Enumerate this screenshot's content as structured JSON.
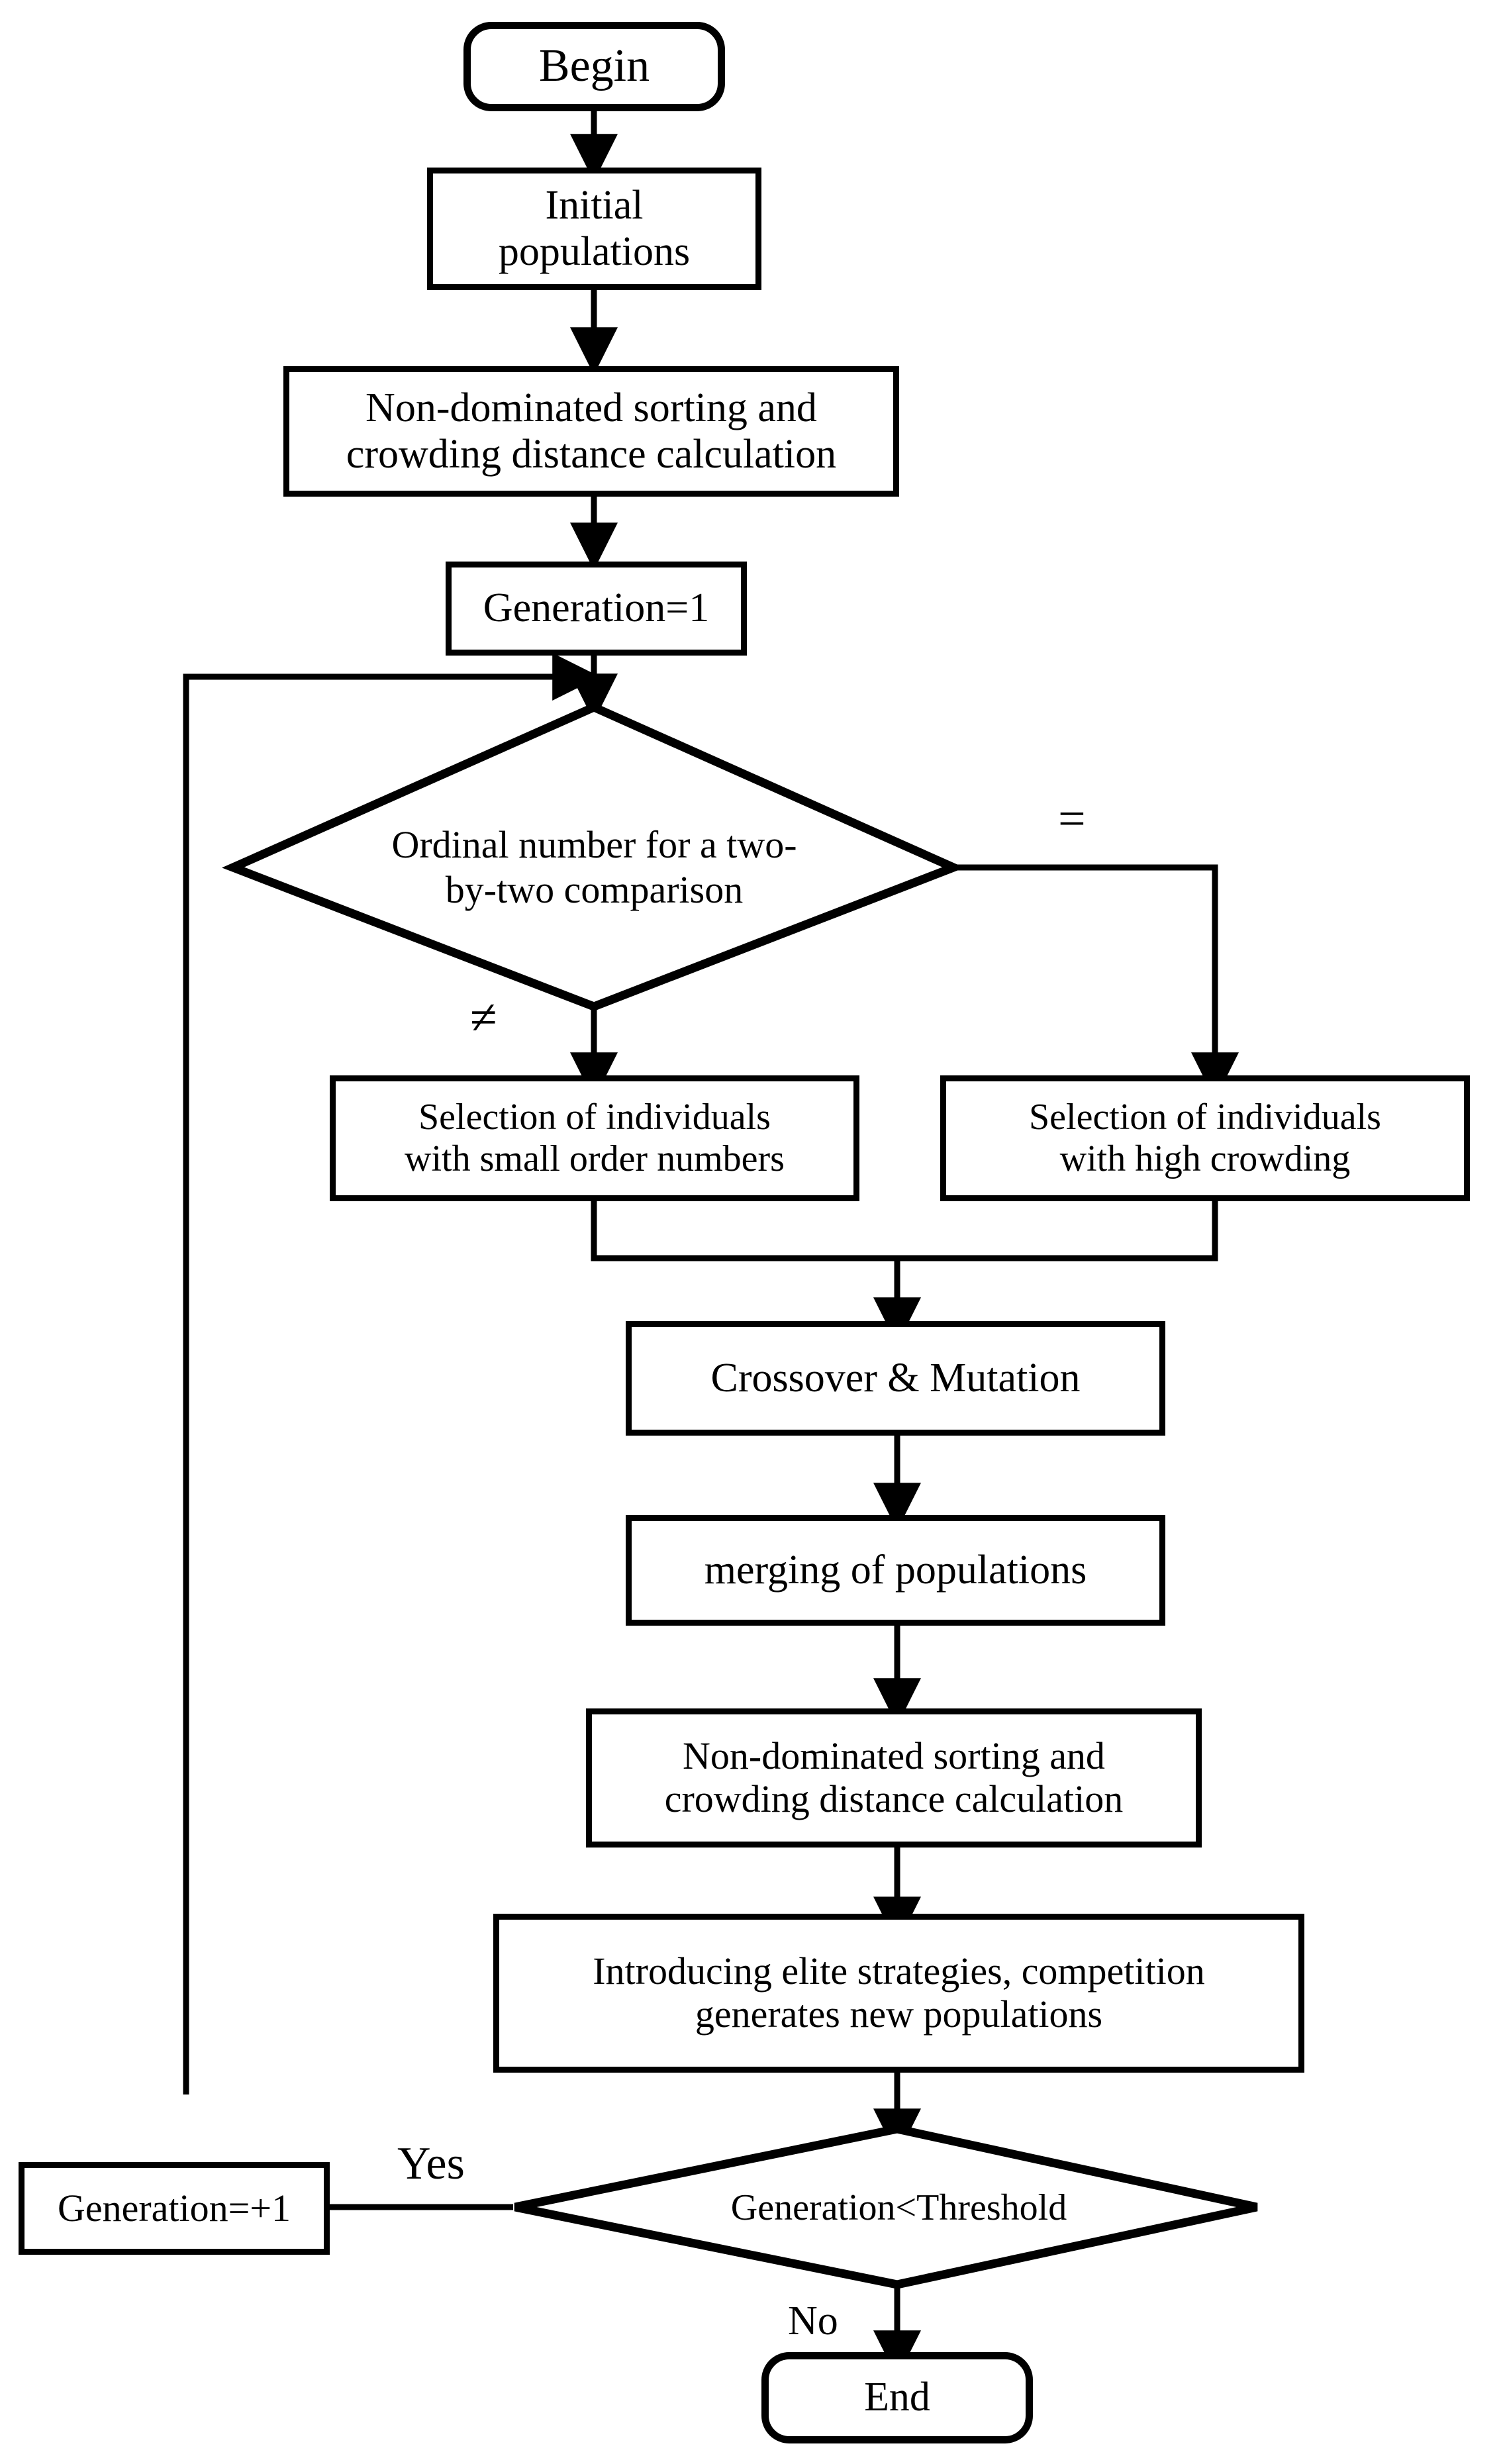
{
  "diagram": {
    "title": "NSGA-II multi-objective genetic algorithm flowchart",
    "type": "flowchart",
    "stroke_color": "#000000",
    "fill_color": "#ffffff",
    "background": "#ffffff"
  },
  "nodes": {
    "begin": {
      "label": "Begin",
      "shape": "terminator"
    },
    "initial_populations": {
      "label": "Initial\npopulations",
      "line1": "Initial",
      "line2": "populations",
      "shape": "process"
    },
    "sorting_1": {
      "line1": "Non-dominated sorting and",
      "line2": "crowding distance calculation",
      "shape": "process"
    },
    "generation_init": {
      "label": "Generation=1",
      "shape": "process"
    },
    "comparison": {
      "line1": "Ordinal number for a two-",
      "line2": "by-two comparison",
      "shape": "decision"
    },
    "select_small_order": {
      "line1": "Selection of individuals",
      "line2": "with small order numbers",
      "shape": "process"
    },
    "select_high_crowding": {
      "line1": "Selection of individuals",
      "line2": "with high crowding",
      "shape": "process"
    },
    "crossover_mutation": {
      "label": "Crossover & Mutation",
      "shape": "process"
    },
    "merging": {
      "label": "merging of populations",
      "shape": "process"
    },
    "sorting_2": {
      "line1": "Non-dominated sorting and",
      "line2": "crowding distance calculation",
      "shape": "process"
    },
    "elite": {
      "line1": "Introducing elite strategies, competition",
      "line2": "generates new populations",
      "shape": "process"
    },
    "threshold": {
      "label": "Generation<Threshold",
      "shape": "decision"
    },
    "generation_increment": {
      "label": "Generation=+1",
      "shape": "process"
    },
    "end": {
      "label": "End",
      "shape": "terminator"
    }
  },
  "edge_labels": {
    "not_equal": "≠",
    "equal": "=",
    "yes": "Yes",
    "no": "No"
  },
  "edges": [
    {
      "from": "begin",
      "to": "initial_populations",
      "label": ""
    },
    {
      "from": "initial_populations",
      "to": "sorting_1",
      "label": ""
    },
    {
      "from": "sorting_1",
      "to": "generation_init",
      "label": ""
    },
    {
      "from": "generation_init",
      "to": "comparison",
      "label": ""
    },
    {
      "from": "comparison",
      "to": "select_small_order",
      "label": "≠"
    },
    {
      "from": "comparison",
      "to": "select_high_crowding",
      "label": "="
    },
    {
      "from": "select_small_order",
      "to": "crossover_mutation",
      "label": ""
    },
    {
      "from": "select_high_crowding",
      "to": "crossover_mutation",
      "label": ""
    },
    {
      "from": "crossover_mutation",
      "to": "merging",
      "label": ""
    },
    {
      "from": "merging",
      "to": "sorting_2",
      "label": ""
    },
    {
      "from": "sorting_2",
      "to": "elite",
      "label": ""
    },
    {
      "from": "elite",
      "to": "threshold",
      "label": ""
    },
    {
      "from": "threshold",
      "to": "generation_increment",
      "label": "Yes"
    },
    {
      "from": "threshold",
      "to": "end",
      "label": "No"
    },
    {
      "from": "generation_increment",
      "to": "comparison",
      "label": ""
    }
  ]
}
